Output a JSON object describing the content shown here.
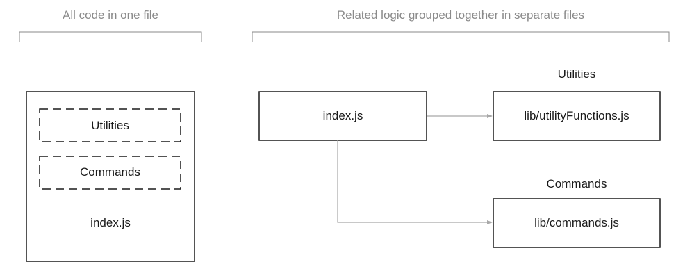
{
  "left_panel": {
    "heading": "All code in one file",
    "groups": [
      "Utilities",
      "Commands"
    ],
    "file": "index.js"
  },
  "right_panel": {
    "heading": "Related logic grouped together in separate files",
    "main_file": "index.js",
    "targets": [
      {
        "group": "Utilities",
        "file": "lib/utilityFunctions.js"
      },
      {
        "group": "Commands",
        "file": "lib/commands.js"
      }
    ]
  },
  "colors": {
    "box_border": "#1a1a1a",
    "bracket": "#8a8a8a",
    "arrow": "#a8a8a8",
    "heading_text": "#8a8a8a"
  }
}
